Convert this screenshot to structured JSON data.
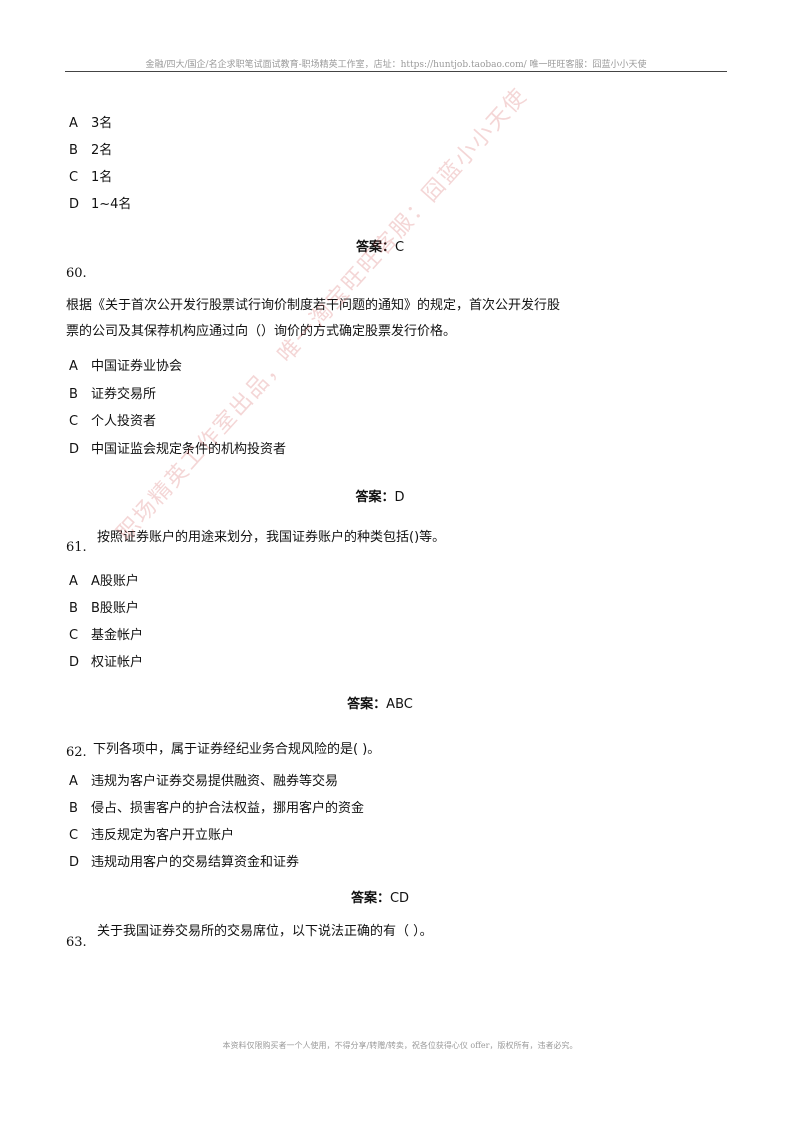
{
  "header": {
    "text": "金融/四大/国企/名企求职笔试面试教育-职场精英工作室，店址：https://huntjob.taobao.com/  唯一旺旺客服：囧蓝小小天使"
  },
  "q59": {
    "options": [
      {
        "letter": "A",
        "text": "3名"
      },
      {
        "letter": "B",
        "text": "2名"
      },
      {
        "letter": "C",
        "text": "1名"
      },
      {
        "letter": "D",
        "text": "1~4名"
      }
    ],
    "answer_label": "答案：",
    "answer_value": "C"
  },
  "q60": {
    "number": "60.",
    "text_line1": "根据《关于首次公开发行股票试行询价制度若干问题的通知》的规定，首次公开发行股",
    "text_line2": "票的公司及其保荐机构应通过向（）询价的方式确定股票发行价格。",
    "options": [
      {
        "letter": "A",
        "text": "中国证券业协会"
      },
      {
        "letter": "B",
        "text": "证券交易所"
      },
      {
        "letter": "C",
        "text": "个人投资者"
      },
      {
        "letter": "D",
        "text": "中国证监会规定条件的机构投资者"
      }
    ],
    "answer_label": "答案：",
    "answer_value": "D"
  },
  "q61": {
    "number": "61.",
    "text": "按照证券账户的用途来划分，我国证券账户的种类包括()等。",
    "options": [
      {
        "letter": "A",
        "text": "A股账户"
      },
      {
        "letter": "B",
        "text": "B股账户"
      },
      {
        "letter": "C",
        "text": "基金帐户"
      },
      {
        "letter": "D",
        "text": "权证帐户"
      }
    ],
    "answer_label": "答案：",
    "answer_value": "ABC"
  },
  "q62": {
    "number": "62.",
    "text": "下列各项中，属于证券经纪业务合规风险的是( )。",
    "options": [
      {
        "letter": "A",
        "text": "违规为客户证券交易提供融资、融券等交易"
      },
      {
        "letter": "B",
        "text": "侵占、损害客户的护合法权益，挪用客户的资金"
      },
      {
        "letter": "C",
        "text": "违反规定为客户开立账户"
      },
      {
        "letter": "D",
        "text": "违规动用客户的交易结算资金和证券"
      }
    ],
    "answer_label": "答案：",
    "answer_value": "CD"
  },
  "q63": {
    "number": "63.",
    "text": "关于我国证券交易所的交易席位，以下说法正确的有（ ）。"
  },
  "watermark": {
    "text": "职场精英工作室出品，唯一淘宝旺旺客服：囧蓝小小天使"
  },
  "footer": {
    "text": "本资料仅限购买者一个人使用，不得分享/转赠/转卖，祝各位获得心仪 offer，版权所有，违者必究。"
  }
}
